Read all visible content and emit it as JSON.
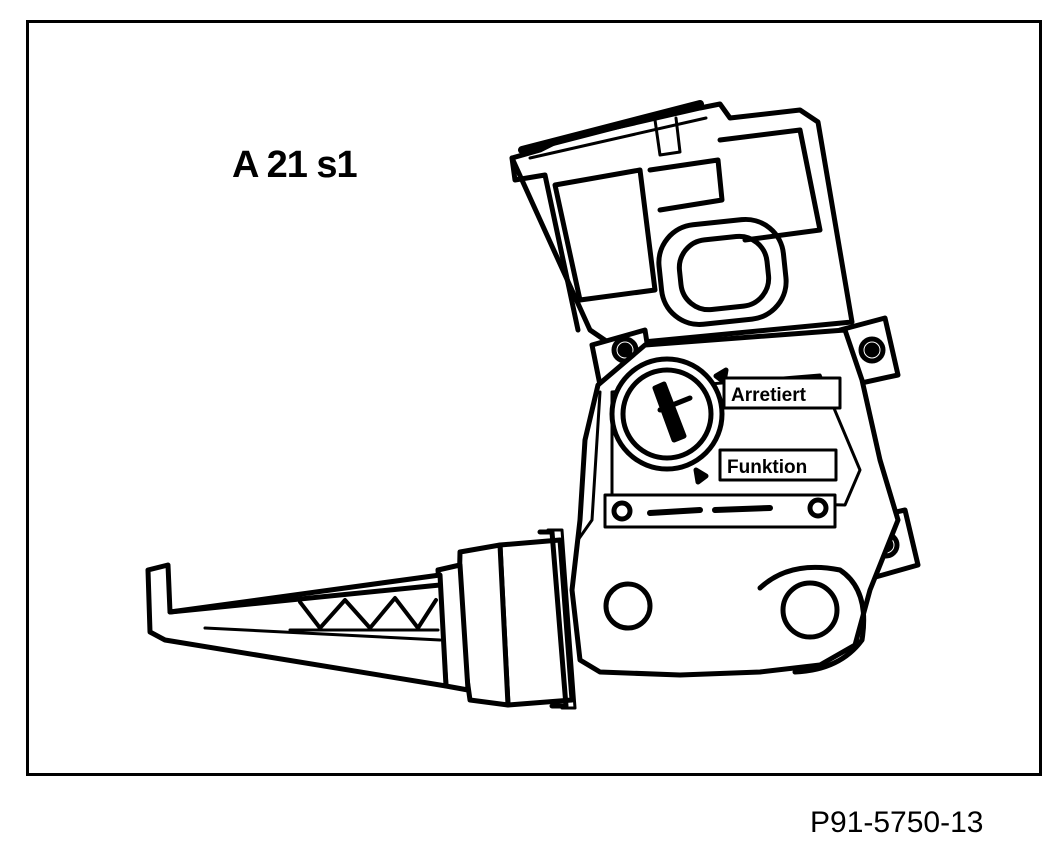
{
  "diagram": {
    "part_label": "A 21 s1",
    "figure_reference": "P91-5750-13",
    "switch_positions": {
      "locked": "Arretiert",
      "function": "Funktion"
    }
  }
}
